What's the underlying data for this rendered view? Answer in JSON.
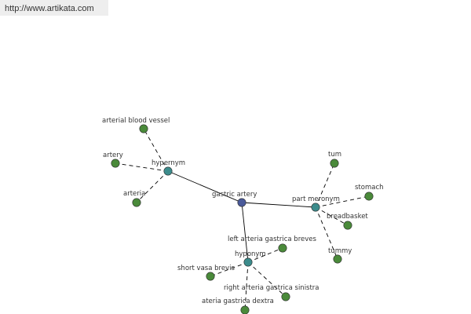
{
  "header": {
    "url": "http://www.artikata.com"
  },
  "colors": {
    "center_node": "#4a5a9a",
    "relation_node": "#3c8c8c",
    "leaf_node": "#4a8a3a",
    "edge": "#000000"
  },
  "graph": {
    "center": {
      "id": "center",
      "label": "gastric artery"
    },
    "relations": [
      {
        "id": "hypernym",
        "label": "hypernym",
        "leaves": [
          "arterial blood vessel",
          "artery",
          "arteria"
        ]
      },
      {
        "id": "meronym",
        "label": "part meronym",
        "leaves": [
          "tum",
          "stomach",
          "breadbasket",
          "tummy"
        ]
      },
      {
        "id": "hyponym",
        "label": "hyponym",
        "leaves": [
          "left arteria gastrica breves",
          "short vasa brevis",
          "ateria gastrica dextra",
          "right arteria gastrica sinistra"
        ]
      }
    ]
  }
}
